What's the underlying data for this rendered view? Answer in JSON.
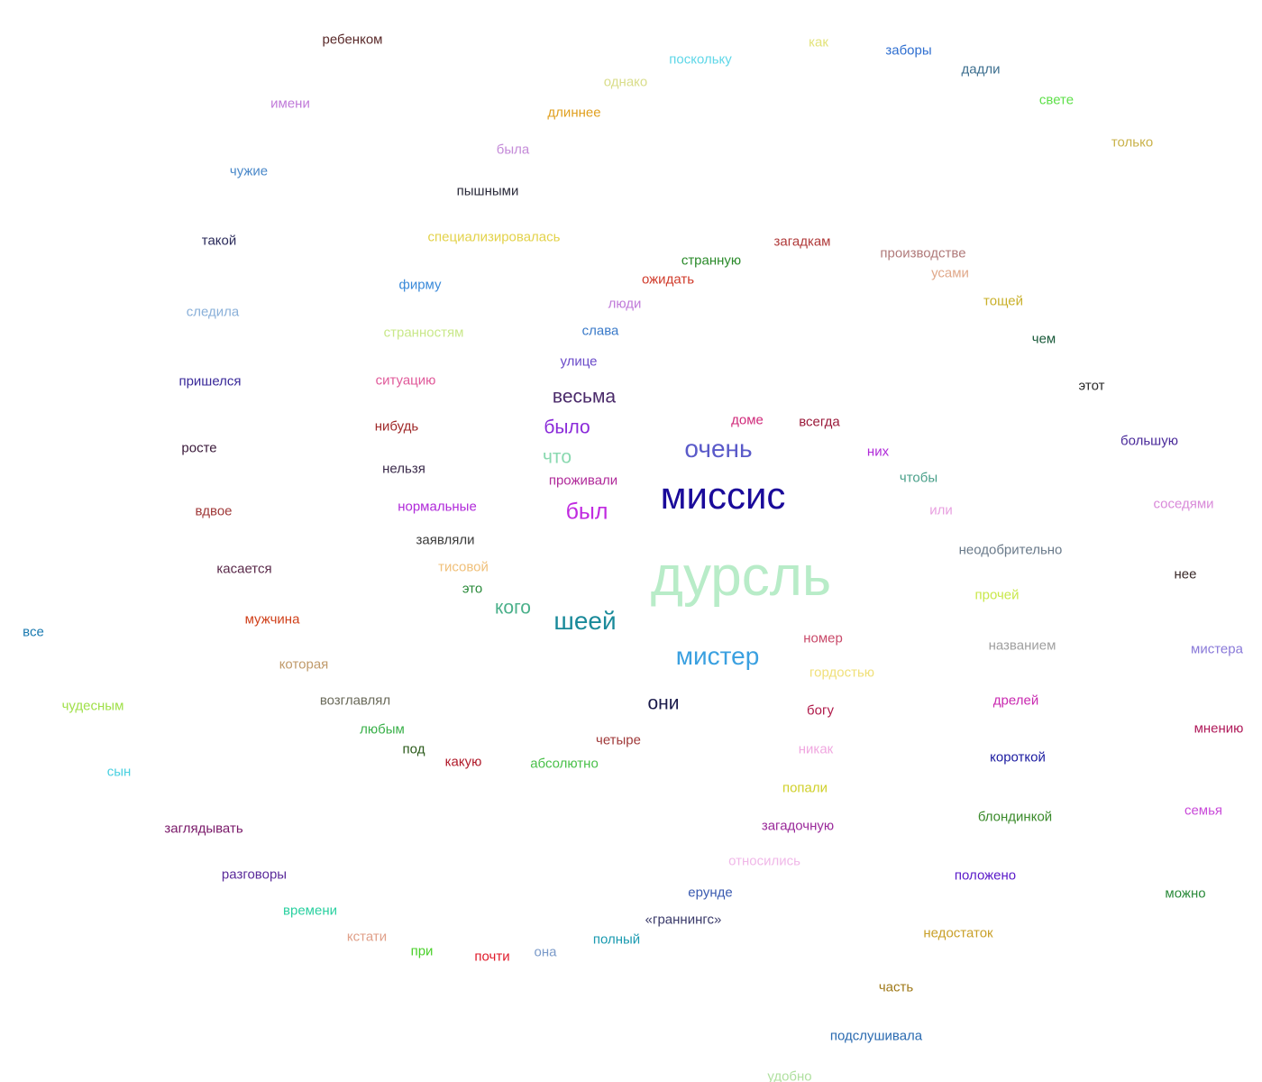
{
  "words": [
    {
      "text": "ребенком",
      "color": "#5a2a2a"
    },
    {
      "text": "поскольку",
      "color": "#5fd7e8"
    },
    {
      "text": "как",
      "color": "#e3e37a"
    },
    {
      "text": "заборы",
      "color": "#2f6fd0"
    },
    {
      "text": "дадли",
      "color": "#3d6f8f"
    },
    {
      "text": "однако",
      "color": "#d9dd8a"
    },
    {
      "text": "имени",
      "color": "#c07ad9"
    },
    {
      "text": "длиннее",
      "color": "#e0a020"
    },
    {
      "text": "свете",
      "color": "#5fe04a"
    },
    {
      "text": "только",
      "color": "#c9b24a"
    },
    {
      "text": "была",
      "color": "#c48ad8"
    },
    {
      "text": "чужие",
      "color": "#4a88c9"
    },
    {
      "text": "пышными",
      "color": "#2a2a3a"
    },
    {
      "text": "такой",
      "color": "#2a2a5a"
    },
    {
      "text": "специализировалась",
      "color": "#e3d24a"
    },
    {
      "text": "загадкам",
      "color": "#b03a3a"
    },
    {
      "text": "странную",
      "color": "#2a8a2a"
    },
    {
      "text": "производстве",
      "color": "#b07a7a"
    },
    {
      "text": "ожидать",
      "color": "#d03a2a"
    },
    {
      "text": "усами",
      "color": "#e0a88a"
    },
    {
      "text": "фирму",
      "color": "#3a8ad9"
    },
    {
      "text": "люди",
      "color": "#c07ad9"
    },
    {
      "text": "тощей",
      "color": "#c9b02a"
    },
    {
      "text": "следила",
      "color": "#8ab0d9"
    },
    {
      "text": "странностям",
      "color": "#c9e88a"
    },
    {
      "text": "слава",
      "color": "#3a7ac9"
    },
    {
      "text": "чем",
      "color": "#1a5a3a"
    },
    {
      "text": "улице",
      "color": "#6a4ac9"
    },
    {
      "text": "пришелся",
      "color": "#3a2a9a"
    },
    {
      "text": "ситуацию",
      "color": "#e05a9a"
    },
    {
      "text": "этот",
      "color": "#2a2a2a"
    },
    {
      "text": "весьма",
      "color": "#4a2a6a"
    },
    {
      "text": "нибудь",
      "color": "#a02a2a"
    },
    {
      "text": "было",
      "color": "#8a2ad9"
    },
    {
      "text": "доме",
      "color": "#d02a7a"
    },
    {
      "text": "всегда",
      "color": "#9a1a3a"
    },
    {
      "text": "большую",
      "color": "#4a2a9a"
    },
    {
      "text": "росте",
      "color": "#3a1a3a"
    },
    {
      "text": "очень",
      "color": "#5a5ac9"
    },
    {
      "text": "них",
      "color": "#b02ad9"
    },
    {
      "text": "что",
      "color": "#8ad9b0"
    },
    {
      "text": "нельзя",
      "color": "#3a2a4a"
    },
    {
      "text": "чтобы",
      "color": "#4aa08a"
    },
    {
      "text": "проживали",
      "color": "#b02a9a"
    },
    {
      "text": "миссис",
      "color": "#1a0a9a"
    },
    {
      "text": "соседями",
      "color": "#d98ad9"
    },
    {
      "text": "вдвое",
      "color": "#a03a3a"
    },
    {
      "text": "нормальные",
      "color": "#b02ad9"
    },
    {
      "text": "был",
      "color": "#c02ae0"
    },
    {
      "text": "или",
      "color": "#e8a0e0"
    },
    {
      "text": "заявляли",
      "color": "#3a3a3a"
    },
    {
      "text": "неодобрительно",
      "color": "#6a7a8a"
    },
    {
      "text": "касается",
      "color": "#5a2a4a"
    },
    {
      "text": "тисовой",
      "color": "#f0c07a"
    },
    {
      "text": "дурсль",
      "color": "#b8ecc8"
    },
    {
      "text": "нее",
      "color": "#3a2a2a"
    },
    {
      "text": "это",
      "color": "#2a8a3a"
    },
    {
      "text": "прочей",
      "color": "#c9e84a"
    },
    {
      "text": "кого",
      "color": "#4ab08a"
    },
    {
      "text": "мужчина",
      "color": "#d0401a"
    },
    {
      "text": "шеей",
      "color": "#1a8a9a"
    },
    {
      "text": "все",
      "color": "#1a7ab0"
    },
    {
      "text": "номер",
      "color": "#c94a6a"
    },
    {
      "text": "названием",
      "color": "#a0a0a0"
    },
    {
      "text": "мистера",
      "color": "#8a7ad9"
    },
    {
      "text": "которая",
      "color": "#c09a6a"
    },
    {
      "text": "мистер",
      "color": "#3aa0e0"
    },
    {
      "text": "гордостью",
      "color": "#f0e07a"
    },
    {
      "text": "возглавлял",
      "color": "#6a6a5a"
    },
    {
      "text": "они",
      "color": "#1a1a4a"
    },
    {
      "text": "дрелей",
      "color": "#c92ab0"
    },
    {
      "text": "чудесным",
      "color": "#a0e04a"
    },
    {
      "text": "богу",
      "color": "#b01a4a"
    },
    {
      "text": "любым",
      "color": "#3ab04a"
    },
    {
      "text": "мнению",
      "color": "#b01a5a"
    },
    {
      "text": "четыре",
      "color": "#a03a3a"
    },
    {
      "text": "под",
      "color": "#2a5a1a"
    },
    {
      "text": "никак",
      "color": "#f0a8e0"
    },
    {
      "text": "какую",
      "color": "#b01a2a"
    },
    {
      "text": "абсолютно",
      "color": "#4ac04a"
    },
    {
      "text": "короткой",
      "color": "#1a1aa0"
    },
    {
      "text": "сын",
      "color": "#4ad0e0"
    },
    {
      "text": "попали",
      "color": "#d0d02a"
    },
    {
      "text": "блондинкой",
      "color": "#3a8a2a"
    },
    {
      "text": "семья",
      "color": "#c94ad9"
    },
    {
      "text": "заглядывать",
      "color": "#7a1a6a"
    },
    {
      "text": "загадочную",
      "color": "#9a2a9a"
    },
    {
      "text": "относились",
      "color": "#f0b8e8"
    },
    {
      "text": "разговоры",
      "color": "#5a2a9a"
    },
    {
      "text": "положено",
      "color": "#5a1ac9"
    },
    {
      "text": "можно",
      "color": "#2a8a3a"
    },
    {
      "text": "ерунде",
      "color": "#3a5ab0"
    },
    {
      "text": "времени",
      "color": "#2ad0a0"
    },
    {
      "text": "«граннингс»",
      "color": "#3a3a6a"
    },
    {
      "text": "кстати",
      "color": "#e0a08a"
    },
    {
      "text": "недостаток",
      "color": "#c9a02a"
    },
    {
      "text": "при",
      "color": "#4ad02a"
    },
    {
      "text": "полный",
      "color": "#1a9ab0"
    },
    {
      "text": "почти",
      "color": "#e01a2a"
    },
    {
      "text": "она",
      "color": "#7a9ac9"
    },
    {
      "text": "часть",
      "color": "#a07a1a"
    },
    {
      "text": "подслушивала",
      "color": "#2a6ab0"
    },
    {
      "text": "удобно",
      "color": "#b0e0a0"
    }
  ]
}
